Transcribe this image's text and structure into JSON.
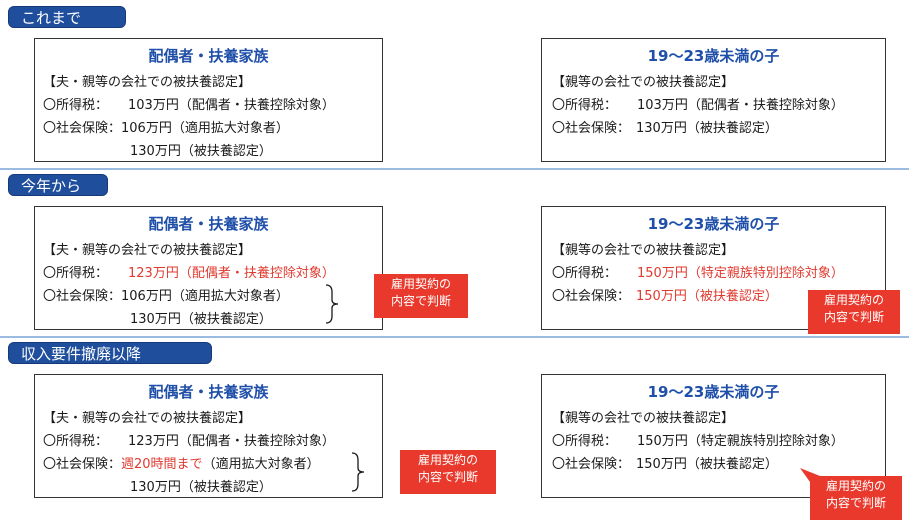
{
  "colors": {
    "accent": "#1f4e9c",
    "title_blue": "#1f4fa8",
    "highlight_red": "#e03a2f",
    "callout_bg": "#e8392c",
    "divider": "#9bbce0"
  },
  "sections": [
    {
      "tab": "これまで",
      "left": {
        "title": "配偶者・扶養家族",
        "header": "【夫・親等の会社での被扶養認定】",
        "tax_label": "〇所得税：",
        "tax_amount": "103万円",
        "tax_note": "（配偶者・扶養控除対象）",
        "si_label": "〇社会保険：",
        "si_amount": "106万円",
        "si_note": "（適用拡大対象者）",
        "si2_amount": "130万円",
        "si2_note": "（被扶養認定）"
      },
      "right": {
        "title": "19～23歳未満の子",
        "header": "【親等の会社での被扶養認定】",
        "tax_label": "〇所得税：",
        "tax_amount": "103万円",
        "tax_note": "（配偶者・扶養控除対象）",
        "si_label": "〇社会保険：",
        "si_amount": "130万円",
        "si_note": "（被扶養認定）"
      }
    },
    {
      "tab": "今年から",
      "left": {
        "title": "配偶者・扶養家族",
        "header": "【夫・親等の会社での被扶養認定】",
        "tax_label": "〇所得税：",
        "tax_amount": "123万円",
        "tax_note": "（配偶者・扶養控除対象）",
        "si_label": "〇社会保険：",
        "si_amount": "106万円",
        "si_note": "（適用拡大対象者）",
        "si2_amount": "130万円",
        "si2_note": "（被扶養認定）"
      },
      "right": {
        "title": "19～23歳未満の子",
        "header": "【親等の会社での被扶養認定】",
        "tax_label": "〇所得税：",
        "tax_amount": "150万円",
        "tax_note": "（特定親族特別控除対象）",
        "si_label": "〇社会保険：",
        "si_amount": "150万円",
        "si_note": "（被扶養認定）"
      },
      "callout_left": [
        "雇用契約の",
        "内容で判断"
      ],
      "callout_right": [
        "雇用契約の",
        "内容で判断"
      ]
    },
    {
      "tab": "収入要件撤廃以降",
      "left": {
        "title": "配偶者・扶養家族",
        "header": "【夫・親等の会社での被扶養認定】",
        "tax_label": "〇所得税：",
        "tax_amount": "123万円",
        "tax_note": "（配偶者・扶養控除対象）",
        "si_label": "〇社会保険：",
        "si_amount": "週20時間まで",
        "si_note": "（適用拡大対象者）",
        "si2_amount": "130万円",
        "si2_note": "（被扶養認定）"
      },
      "right": {
        "title": "19～23歳未満の子",
        "header": "【親等の会社での被扶養認定】",
        "tax_label": "〇所得税：",
        "tax_amount": "150万円",
        "tax_note": "（特定親族特別控除対象）",
        "si_label": "〇社会保険：",
        "si_amount": "150万円",
        "si_note": "（被扶養認定）"
      },
      "callout_left": [
        "雇用契約の",
        "内容で判断"
      ],
      "callout_right": [
        "雇用契約の",
        "内容で判断"
      ]
    }
  ]
}
